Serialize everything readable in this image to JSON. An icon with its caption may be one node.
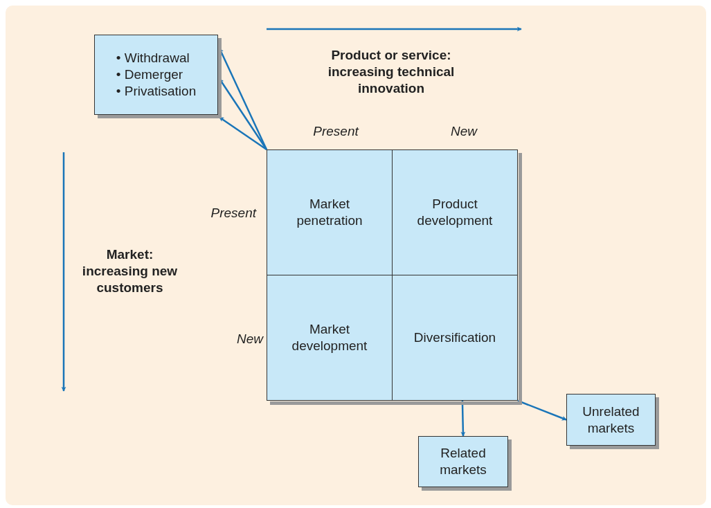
{
  "diagram": {
    "nodes": [
      {
        "text": [
          "• Withdrawal",
          "• Demerger",
          "• Privatisation"
        ]
      },
      {
        "text": [
          "Market penetration"
        ]
      },
      {
        "text": [
          "Product development"
        ]
      },
      {
        "text": [
          "Market development"
        ]
      },
      {
        "text": [
          "Diversification"
        ]
      },
      {
        "text": [
          "Related markets"
        ]
      },
      {
        "text": [
          "Unrelated markets"
        ]
      }
    ],
    "edges": [
      {
        "from": 1,
        "to": 0,
        "arrow": "to"
      },
      {
        "from": 1,
        "to": 0,
        "arrow": "to"
      },
      {
        "from": 1,
        "to": 0,
        "arrow": "to"
      },
      {
        "from": 4,
        "to": 5,
        "arrow": "to"
      },
      {
        "from": 4,
        "to": 6,
        "arrow": "to"
      }
    ],
    "labels": [
      "Product or service: increasing technical innovation",
      "Present",
      "New",
      "Present",
      "Market: increasing new customers",
      "New"
    ]
  }
}
